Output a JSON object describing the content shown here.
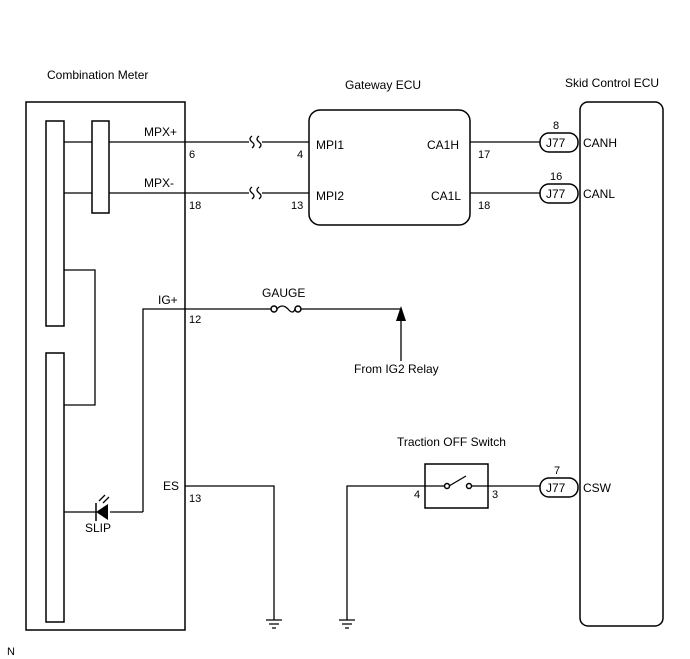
{
  "components": {
    "combination_meter": "Combination Meter",
    "gateway_ecu": "Gateway ECU",
    "skid_control_ecu": "Skid Control ECU",
    "traction_off_switch": "Traction OFF Switch",
    "fuse": "GAUGE",
    "from_relay": "From IG2 Relay",
    "slip_indicator": "SLIP"
  },
  "meter_terminals": {
    "mpx_plus": "MPX+",
    "mpx_plus_pin": "6",
    "mpx_minus": "MPX-",
    "mpx_minus_pin": "18",
    "ig_plus": "IG+",
    "ig_plus_pin": "12",
    "es": "ES",
    "es_pin": "13"
  },
  "gateway_terminals": {
    "mpi1": "MPI1",
    "mpi1_pin": "4",
    "mpi2": "MPI2",
    "mpi2_pin": "13",
    "ca1h": "CA1H",
    "ca1h_pin": "17",
    "ca1l": "CA1L",
    "ca1l_pin": "18"
  },
  "skid_terminals": {
    "canh": "CANH",
    "canh_pin": "8",
    "canl": "CANL",
    "canl_pin": "16",
    "csw": "CSW",
    "csw_pin": "7"
  },
  "junction": "J77",
  "switch_pins": {
    "left": "4",
    "right": "3"
  },
  "corner_mark": "N"
}
